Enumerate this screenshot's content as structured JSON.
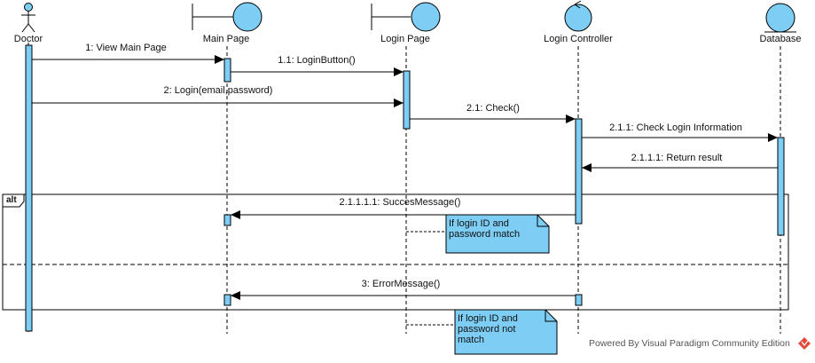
{
  "diagram": {
    "participants": {
      "doctor": "Doctor",
      "main_page": "Main Page",
      "login_page": "Login Page",
      "login_controller": "Login Controller",
      "database": "Database"
    },
    "messages": {
      "m1": "1: View Main Page",
      "m1_1": "1.1: LoginButton()",
      "m2": "2: Login(email,password)",
      "m2_1": "2.1: Check()",
      "m2_1_1": "2.1.1: Check Login Information",
      "m2_1_1_1": "2.1.1.1: Return result",
      "m2_1_1_1_1": "2.1.1.1.1: SuccesMessage()",
      "m3": "3: ErrorMessage()"
    },
    "fragment": {
      "operator": "alt"
    },
    "notes": {
      "success_line1": "If login ID and",
      "success_line2": "password match",
      "failure_line1": "If login ID and",
      "failure_line2": "password not",
      "failure_line3": "match"
    },
    "footer": "Powered By Visual Paradigm Community Edition",
    "colors": {
      "activation_fill": "#7dcdf4",
      "note_fill": "#7dcdf4",
      "line": "#000000",
      "logo": "#e0493b"
    },
    "icons": [
      "actor-icon",
      "boundary-icon",
      "control-icon",
      "entity-icon",
      "visual-paradigm-logo-icon"
    ]
  }
}
